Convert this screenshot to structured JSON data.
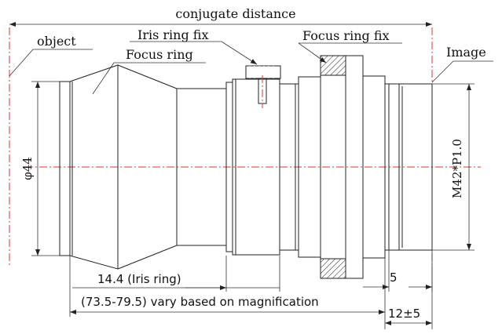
{
  "labels": {
    "conjugate_distance": "conjugate distance",
    "object": "object",
    "iris_ring_fix": "Iris ring fix",
    "focus_ring_fix": "Focus ring fix",
    "focus_ring": "Focus ring",
    "image": "Image",
    "diameter": "φ44",
    "mount_thread": "M42*P1.0",
    "iris_ring_dim": "14.4 (Iris ring)",
    "length_range": "(73.5-79.5) vary based on magnification",
    "flange_5": "5",
    "backfocus": "12±5"
  },
  "colors": {
    "line": "#222222",
    "axis_red": "#d23a3a",
    "background": "#ffffff"
  }
}
